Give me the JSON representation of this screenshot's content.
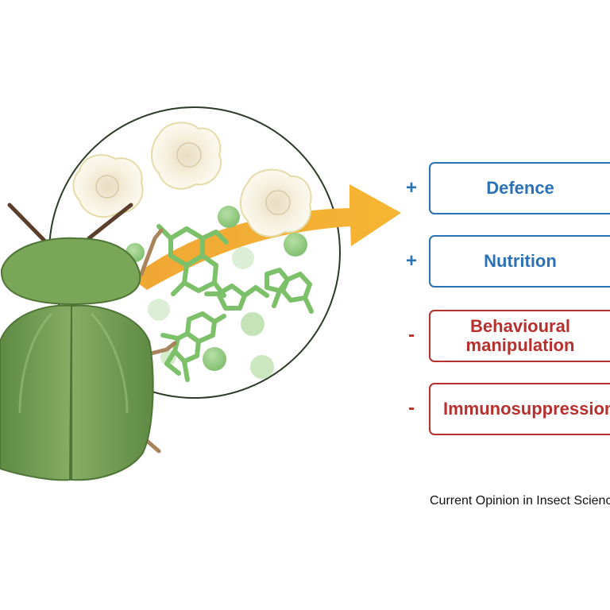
{
  "effects": [
    {
      "sign": "+",
      "label": "Defence",
      "type": "positive"
    },
    {
      "sign": "+",
      "label": "Nutrition",
      "type": "positive"
    },
    {
      "sign": "-",
      "label": "Behavioural manipulation",
      "line1": "Behavioural",
      "line2": "manipulation",
      "type": "negative"
    },
    {
      "sign": "-",
      "label": "Immunosuppression",
      "type": "negative"
    }
  ],
  "credit": "Current Opinion in Insect Science",
  "colors": {
    "positive": "#2a72b5",
    "negative": "#b8302e",
    "arrow": "#f3ab2f",
    "beetle": "#6f9a4f",
    "molecule": "#7cc06a"
  },
  "icons": [
    "beetle-icon",
    "symbiont-cell-icon",
    "molecule-icon",
    "arrow-icon"
  ]
}
